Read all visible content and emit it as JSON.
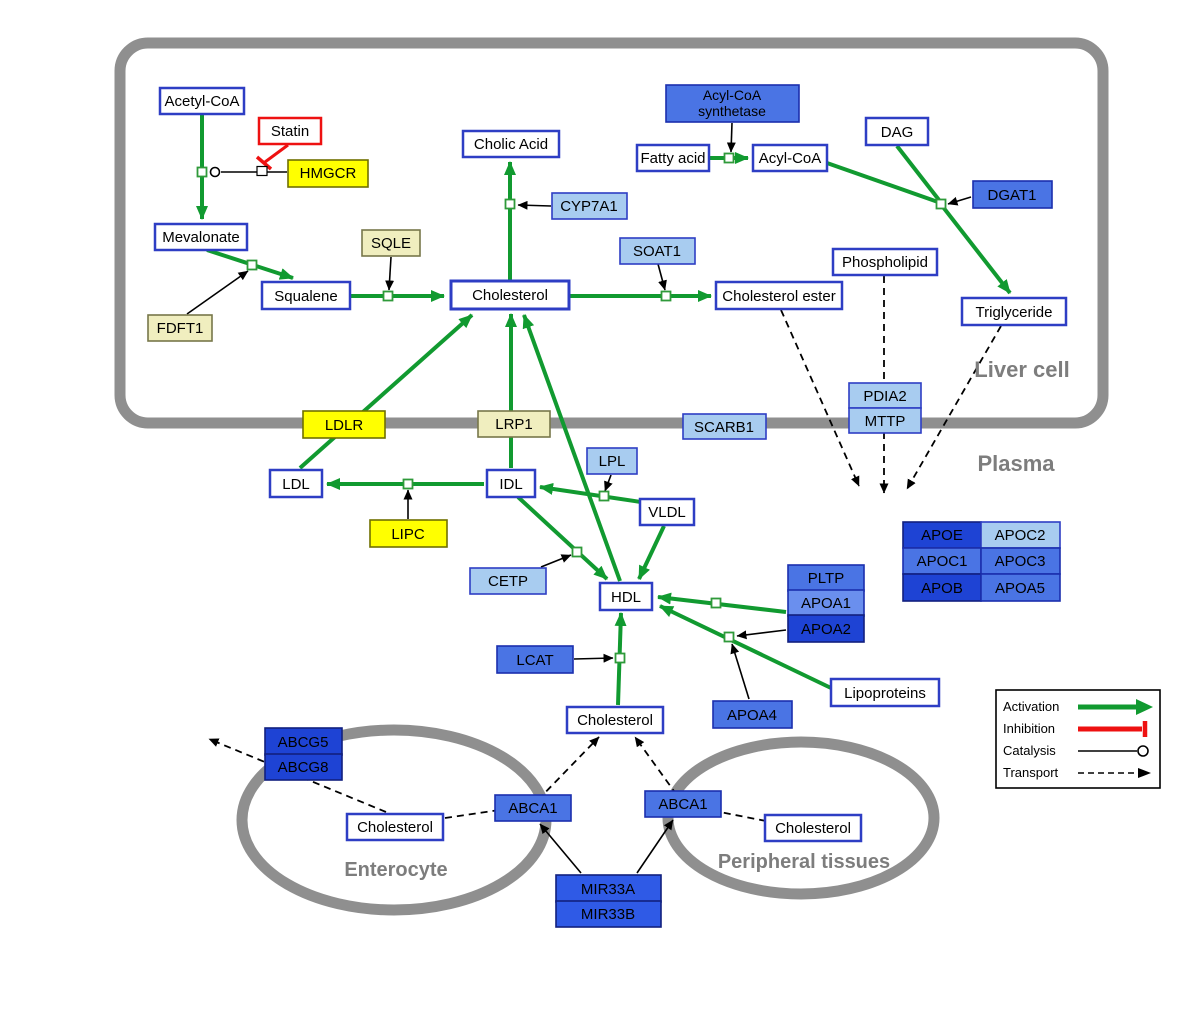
{
  "regions": {
    "liver_cell": "Liver cell",
    "plasma": "Plasma",
    "enterocyte": "Enterocyte",
    "peripheral_tissues": "Peripheral tissues"
  },
  "nodes": {
    "acetyl_coa": {
      "label": "Acetyl-CoA"
    },
    "statin": {
      "label": "Statin"
    },
    "hmgcr": {
      "label": "HMGCR"
    },
    "mevalonate": {
      "label": "Mevalonate"
    },
    "sqle": {
      "label": "SQLE"
    },
    "fdft1": {
      "label": "FDFT1"
    },
    "squalene": {
      "label": "Squalene"
    },
    "cholesterol_liver": {
      "label": "Cholesterol"
    },
    "cholic_acid": {
      "label": "Cholic Acid"
    },
    "cyp7a1": {
      "label": "CYP7A1"
    },
    "soat1": {
      "label": "SOAT1"
    },
    "cholesterol_ester": {
      "label": "Cholesterol ester"
    },
    "acyl_coa_synthetase": {
      "label": "Acyl-CoA synthetase",
      "line1": "Acyl-CoA",
      "line2": "synthetase"
    },
    "fatty_acid": {
      "label": "Fatty acid"
    },
    "acyl_coa": {
      "label": "Acyl-CoA"
    },
    "dag": {
      "label": "DAG"
    },
    "dgat1": {
      "label": "DGAT1"
    },
    "phospholipid": {
      "label": "Phospholipid"
    },
    "triglyceride": {
      "label": "Triglyceride"
    },
    "pdia2": {
      "label": "PDIA2"
    },
    "mttp": {
      "label": "MTTP"
    },
    "ldlr": {
      "label": "LDLR"
    },
    "lrp1": {
      "label": "LRP1"
    },
    "scarb1": {
      "label": "SCARB1"
    },
    "ldl": {
      "label": "LDL"
    },
    "idl": {
      "label": "IDL"
    },
    "lpl": {
      "label": "LPL"
    },
    "vldl": {
      "label": "VLDL"
    },
    "lipc": {
      "label": "LIPC"
    },
    "cetp": {
      "label": "CETP"
    },
    "hdl": {
      "label": "HDL"
    },
    "pltp": {
      "label": "PLTP"
    },
    "apoa1": {
      "label": "APOA1"
    },
    "apoa2": {
      "label": "APOA2"
    },
    "lcat": {
      "label": "LCAT"
    },
    "apoa4": {
      "label": "APOA4"
    },
    "lipoproteins": {
      "label": "Lipoproteins"
    },
    "apoe": {
      "label": "APOE"
    },
    "apoc2": {
      "label": "APOC2"
    },
    "apoc1": {
      "label": "APOC1"
    },
    "apoc3": {
      "label": "APOC3"
    },
    "apob": {
      "label": "APOB"
    },
    "apoa5": {
      "label": "APOA5"
    },
    "cholesterol_plasma": {
      "label": "Cholesterol"
    },
    "abcg5": {
      "label": "ABCG5"
    },
    "abcg8": {
      "label": "ABCG8"
    },
    "cholesterol_enterocyte": {
      "label": "Cholesterol"
    },
    "abca1_enterocyte": {
      "label": "ABCA1"
    },
    "abca1_peripheral": {
      "label": "ABCA1"
    },
    "cholesterol_peripheral": {
      "label": "Cholesterol"
    },
    "mir33a": {
      "label": "MIR33A"
    },
    "mir33b": {
      "label": "MIR33B"
    }
  },
  "legend": {
    "items": [
      {
        "label": "Activation"
      },
      {
        "label": "Inhibition"
      },
      {
        "label": "Catalysis"
      },
      {
        "label": "Transport"
      }
    ]
  },
  "colors": {
    "activation_green": "#119a30",
    "inhibition_red": "#ee1111",
    "membrane_gray": "#8f8f8f",
    "metabolite_border_blue": "#2e3ec4",
    "gene_yellow": "#ffff00",
    "gene_pale_yellow": "#f0eebf",
    "gene_light_blue": "#a8ccf0",
    "gene_medium_blue": "#4a74e4",
    "gene_dark_blue": "#1e43d4"
  }
}
